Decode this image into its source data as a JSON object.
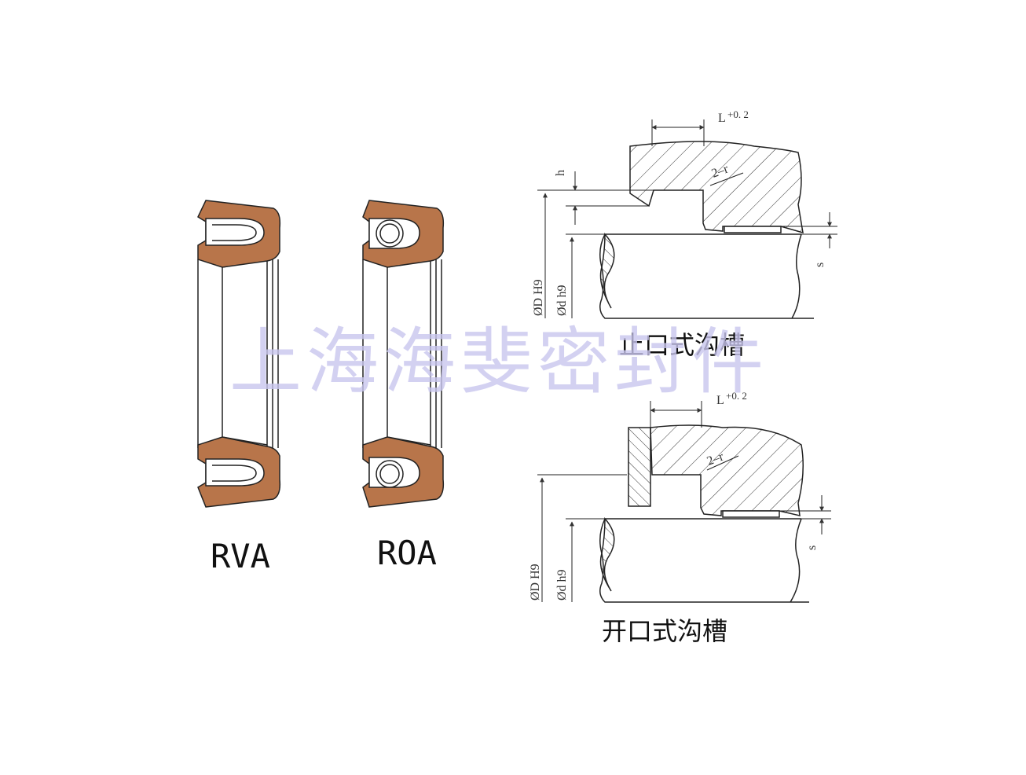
{
  "seals": [
    {
      "label": "RVA"
    },
    {
      "label": "ROA"
    }
  ],
  "grooves": [
    {
      "title": "止口式沟槽",
      "dims": {
        "L": "L",
        "L_tol": "+0. 2",
        "r": "2–r",
        "h": "h",
        "D": "ØD H9",
        "d": "Ød h9",
        "s": "s"
      }
    },
    {
      "title": "开口式沟槽",
      "dims": {
        "L": "L",
        "L_tol": "+0. 2",
        "r": "2–r",
        "D": "ØD H9",
        "d": "Ød h9",
        "s": "s"
      }
    }
  ],
  "watermark": "上海海斐密封件",
  "colors": {
    "seal_rubber": "#b8754a",
    "line": "#222222",
    "watermark": "#c9c6ee"
  }
}
